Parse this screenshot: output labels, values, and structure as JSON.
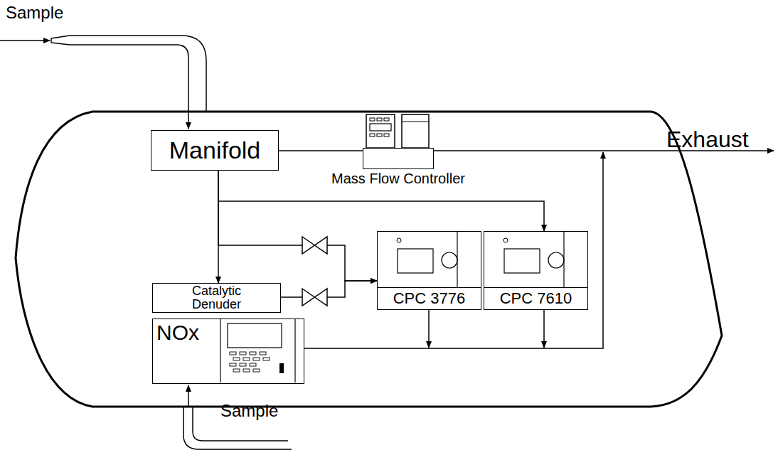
{
  "diagram": {
    "nodes": [
      {
        "text": [
          "Manifold"
        ]
      },
      {
        "text": [
          "Mass Flow Controller"
        ]
      },
      {
        "text": [
          "Catalytic Denuder"
        ]
      },
      {
        "text": [
          "CPC 3776"
        ]
      },
      {
        "text": [
          "CPC 7610"
        ]
      },
      {
        "text": [
          "NOx"
        ]
      }
    ],
    "edges": [
      {
        "from": 0,
        "to": 1,
        "arrow": "none"
      },
      {
        "from": 0,
        "to": 4,
        "arrow": "to"
      },
      {
        "from": 0,
        "to": 2,
        "arrow": "to"
      },
      {
        "from": 0,
        "to": 3,
        "arrow": "to"
      },
      {
        "from": 2,
        "to": 3,
        "arrow": "to"
      }
    ],
    "labels": [
      "Sample",
      "Exhaust",
      "Sample"
    ]
  }
}
